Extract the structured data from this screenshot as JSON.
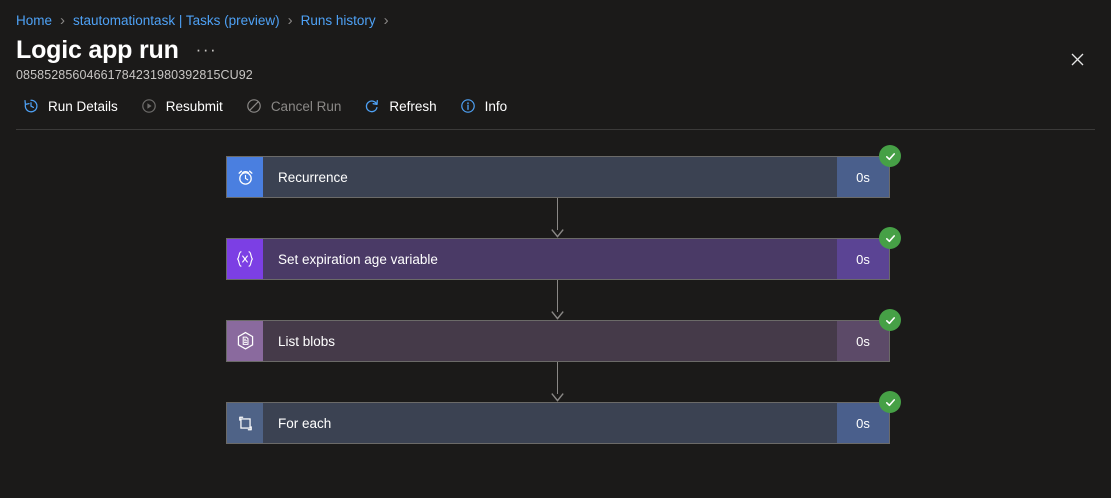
{
  "breadcrumb": {
    "items": [
      {
        "label": "Home"
      },
      {
        "label": "stautomationtask | Tasks (preview)"
      },
      {
        "label": "Runs history"
      }
    ]
  },
  "header": {
    "title": "Logic app run",
    "ellipsis": "···",
    "run_id": "08585285604661784231980392815CU92",
    "close_icon": "close-icon"
  },
  "toolbar": {
    "commands": [
      {
        "label": "Run Details",
        "icon": "history-icon",
        "disabled": false
      },
      {
        "label": "Resubmit",
        "icon": "play-icon",
        "disabled": false
      },
      {
        "label": "Cancel Run",
        "icon": "block-icon",
        "disabled": true
      },
      {
        "label": "Refresh",
        "icon": "refresh-icon",
        "disabled": false
      },
      {
        "label": "Info",
        "icon": "info-icon",
        "disabled": false
      }
    ]
  },
  "flow": {
    "nodes": [
      {
        "title": "Recurrence",
        "duration": "0s",
        "status": "succeeded",
        "icon": "alarm-clock-icon",
        "theme": "t-blue"
      },
      {
        "title": "Set expiration age variable",
        "duration": "0s",
        "status": "succeeded",
        "icon": "variable-icon",
        "theme": "t-purple"
      },
      {
        "title": "List blobs",
        "duration": "0s",
        "status": "succeeded",
        "icon": "blob-storage-icon",
        "theme": "t-mauve"
      },
      {
        "title": "For each",
        "duration": "0s",
        "status": "succeeded",
        "icon": "loop-icon",
        "theme": "t-slate"
      }
    ]
  },
  "colors": {
    "background": "#1b1a19",
    "link": "#4ea1f5",
    "accent_blue": "#4a7fe0",
    "accent_purple": "#7c3fe4",
    "accent_mauve": "#8a6a9e",
    "success_green": "#46a046"
  }
}
